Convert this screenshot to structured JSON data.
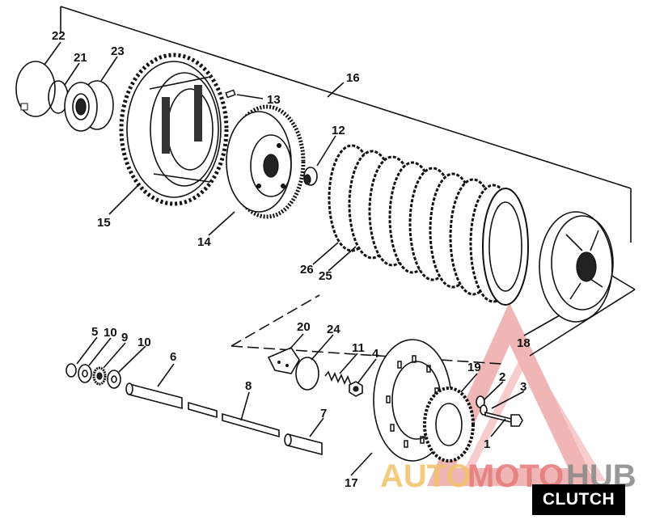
{
  "labels": {
    "p1": "1",
    "p2": "2",
    "p3": "3",
    "p4": "4",
    "p5": "5",
    "p6": "6",
    "p7": "7",
    "p8": "8",
    "p9": "9",
    "p10a": "10",
    "p10b": "10",
    "p11": "11",
    "p12": "12",
    "p13": "13",
    "p14": "14",
    "p15": "15",
    "p16": "16",
    "p17": "17",
    "p18": "18",
    "p19": "19",
    "p20": "20",
    "p21": "21",
    "p22": "22",
    "p23": "23",
    "p24": "24",
    "p25": "25",
    "p26": "26"
  },
  "watermark": {
    "auto": "AUTO",
    "moto": "MOTO",
    "hub": "HUB",
    "color_auto": "#f2c26b",
    "color_moto": "#e57a7a",
    "color_hub": "#888888",
    "triangle_color": "#e57a7a"
  },
  "badge": "CLUTCH"
}
